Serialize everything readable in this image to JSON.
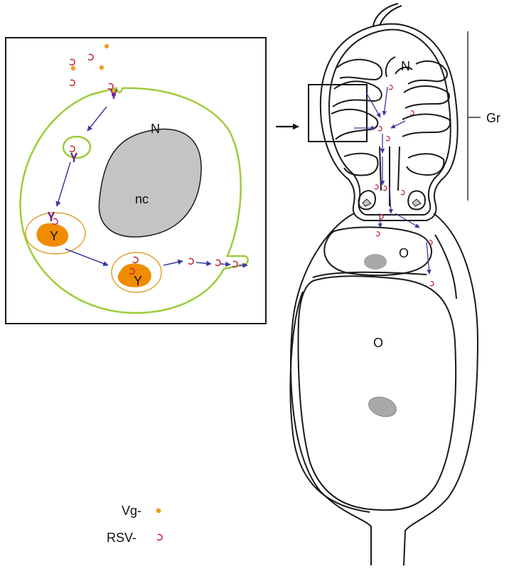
{
  "colors": {
    "outline": "#1a1a1a",
    "cell_membrane": "#9ccc3a",
    "endosome": "#e0a030",
    "yolk": "#f08c00",
    "vg_particle": "#f0a020",
    "rsv_particle": "#c8283c",
    "arrow": "#3a3aa0",
    "receptor": "#6a2a8a",
    "nucleus_fill": "#c4c4c4"
  },
  "icons": [
    "arrow-icon",
    "vg-particle-icon",
    "rsv-particle-icon"
  ],
  "inset": {
    "labels": {
      "nurse_cell": "N",
      "nucleus": "nc",
      "yolk_a": "Y",
      "yolk_b": "Y"
    }
  },
  "ovariole": {
    "labels": {
      "nurse_top": "N",
      "oocyte_small": "O",
      "oocyte_large": "O",
      "germarium": "Gr"
    }
  },
  "legend": {
    "vg_label": "Vg-",
    "rsv_label": "RSV-"
  }
}
